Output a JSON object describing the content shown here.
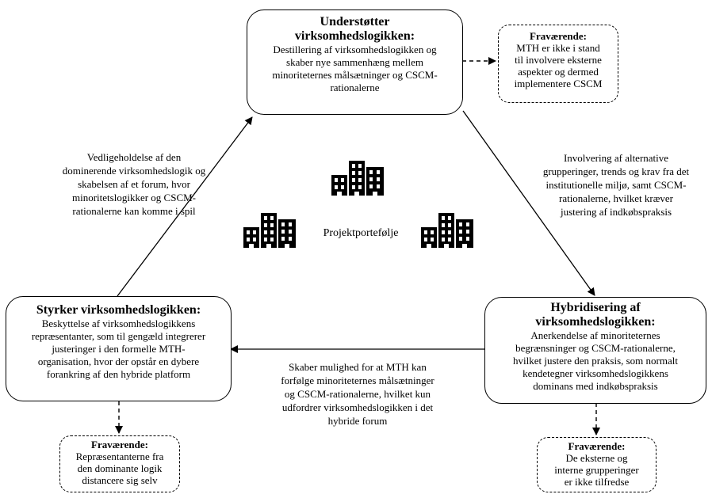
{
  "center": {
    "label": "Projektportefølje"
  },
  "top_box": {
    "title": [
      "Understøtter",
      "virksomhedslogikken:"
    ],
    "body": [
      "Destillering af virksomhedslogikken og",
      "skaber nye sammenhæng mellem",
      "minoriteternes målsætninger og CSCM-",
      "rationalerne"
    ]
  },
  "right_box": {
    "title": [
      "Hybridisering af",
      "virksomhedslogikken:"
    ],
    "body": [
      "Anerkendelse af minoriteternes",
      "begrænsninger og CSCM-rationalerne,",
      "hvilket justere den praksis, som normalt",
      "kendetegner virksomhedslogikkens",
      "dominans med indkøbspraksis"
    ]
  },
  "left_box": {
    "title": [
      "Styrker virksomhedslogikken:"
    ],
    "body": [
      "Beskyttelse af virksomhedslogikkens",
      "repræsentanter, som til gengæld integrerer",
      "justeringer i den formelle MTH-",
      "organisation, hvor der opstår en dybere",
      "forankring af den hybride platform"
    ]
  },
  "absent_top": {
    "title": "Fraværende:",
    "body": [
      "MTH er ikke i stand",
      "til involvere eksterne",
      "aspekter og dermed",
      "implementere CSCM"
    ]
  },
  "absent_left": {
    "title": "Fraværende:",
    "body": [
      "Repræsentanterne fra",
      "den dominante logik",
      "distancere sig selv"
    ]
  },
  "absent_right": {
    "title": "Fraværende:",
    "body": [
      "De eksterne og",
      "interne grupperinger",
      "er ikke tilfredse"
    ]
  },
  "edge_left": [
    "Vedligeholdelse af den",
    "dominerende virksomhedslogik og",
    "skabelsen af et forum, hvor",
    "minoritetslogikker og CSCM-",
    "rationalerne kan komme i spil"
  ],
  "edge_right": [
    "Involvering af alternative",
    "grupperinger, trends og krav fra det",
    "institutionelle miljø, samt CSCM-",
    "rationalerne, hvilket kræver",
    "justering af indkøbspraksis"
  ],
  "edge_bottom": [
    "Skaber mulighed for at MTH kan",
    "forfølge minoriteternes målsætninger",
    "og CSCM-rationalerne, hvilket kun",
    "udfordrer virksomhedslogikken i det",
    "hybride forum"
  ],
  "icons": [
    "building-icon",
    "building-icon",
    "building-icon"
  ]
}
